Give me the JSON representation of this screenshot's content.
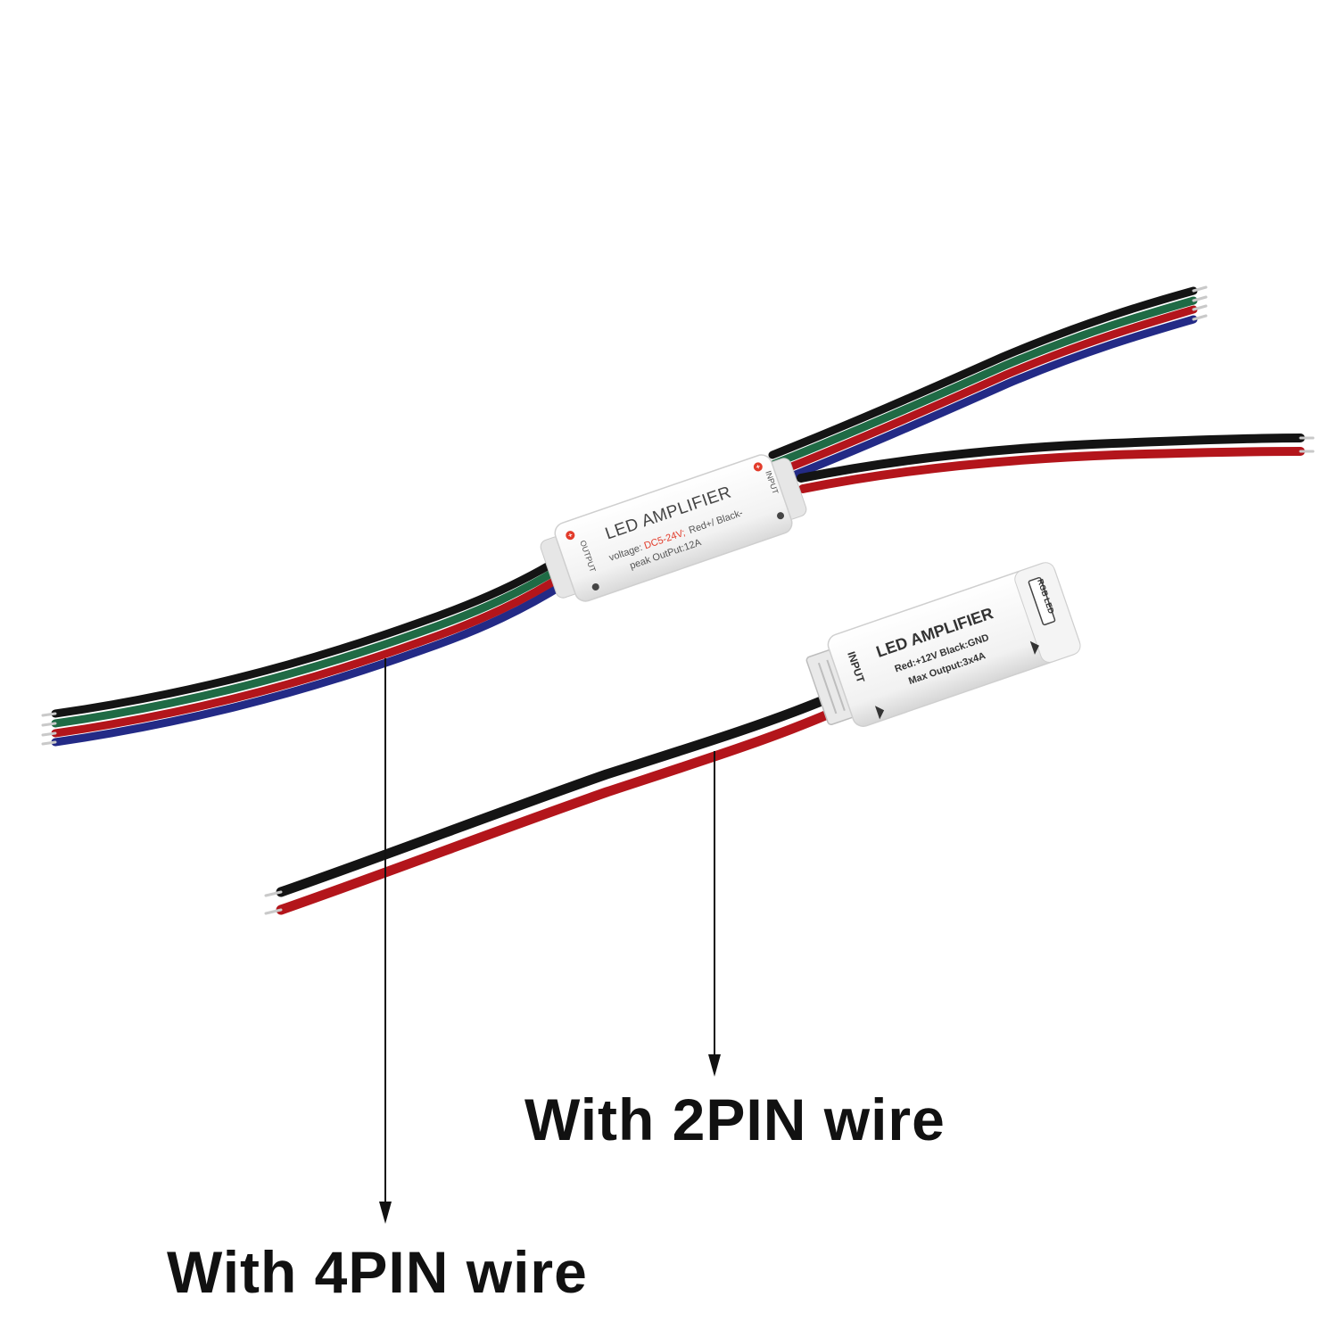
{
  "amplifier_large": {
    "title": "LED AMPLIFIER",
    "voltage_prefix": "voltage:",
    "voltage_value": "DC5-24V;",
    "polarity": "Red+/ Black-",
    "peak_output": "peak OutPut:12A",
    "input_label": "INPUT",
    "output_label": "OUTPUT",
    "accent_color": "#e23b2a"
  },
  "amplifier_small": {
    "title": "LED AMPLIFIER",
    "polarity": "Red:+12V Black:GND",
    "max_output": "Max Output:3x4A",
    "input_label": "INPUT",
    "end_marking": "RGB LED"
  },
  "captions": {
    "two_pin": "With 2PIN wire",
    "four_pin": "With 4PIN wire"
  },
  "wire_colors": {
    "black": "#141414",
    "green": "#1f6b45",
    "red": "#b3151b",
    "blue": "#232a86",
    "tip": "#c9c9c9"
  }
}
